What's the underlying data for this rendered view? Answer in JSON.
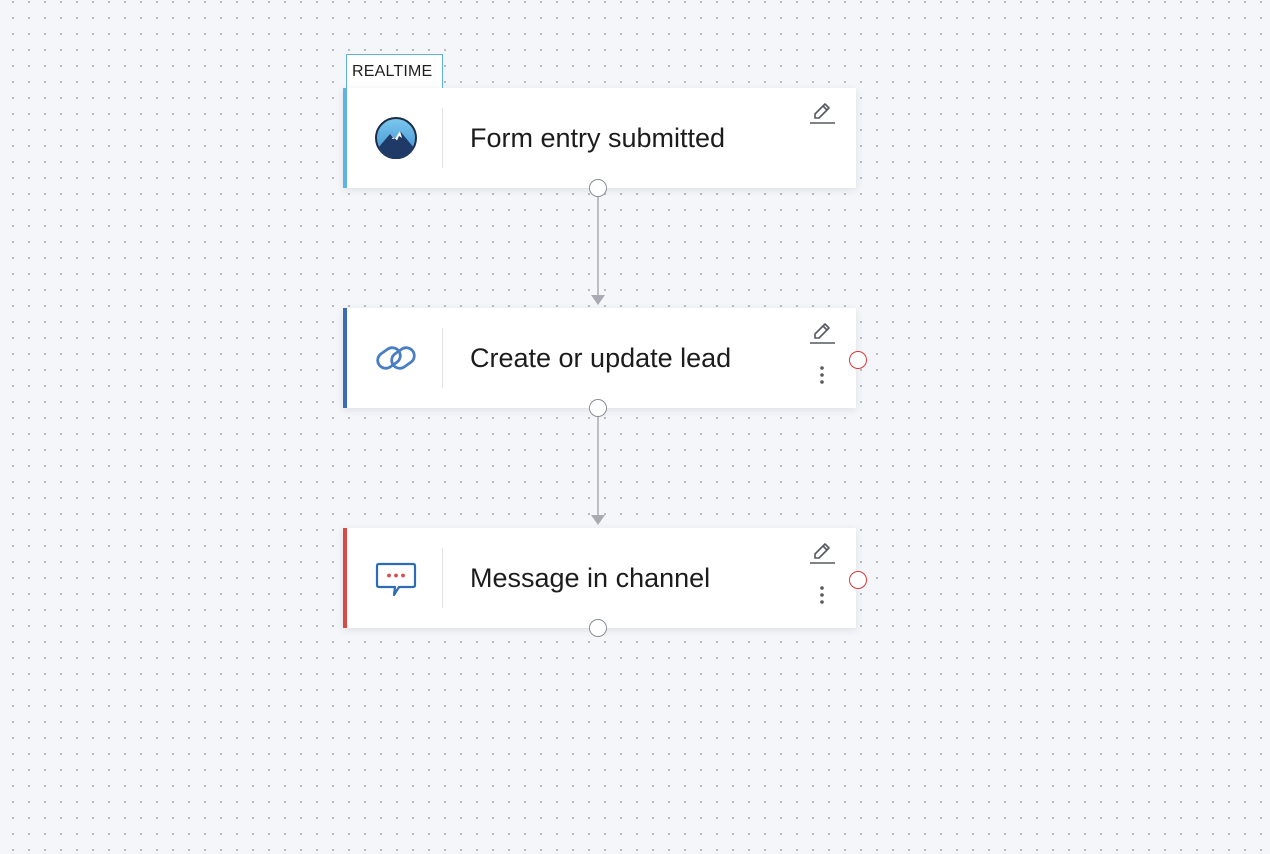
{
  "flow": {
    "trigger_tag": "REALTIME",
    "nodes": [
      {
        "title": "Form entry submitted",
        "icon": "mountain-app-icon",
        "accent_color": "#5fb3e2"
      },
      {
        "title": "Create or update lead",
        "icon": "link-chain-icon",
        "accent_color": "#3b6db3"
      },
      {
        "title": "Message in channel",
        "icon": "chat-bubble-icon",
        "accent_color": "#d94a45"
      }
    ]
  },
  "colors": {
    "background": "#f4f6f9",
    "connector": "#a8acb2",
    "error_port": "#d63a3a"
  }
}
